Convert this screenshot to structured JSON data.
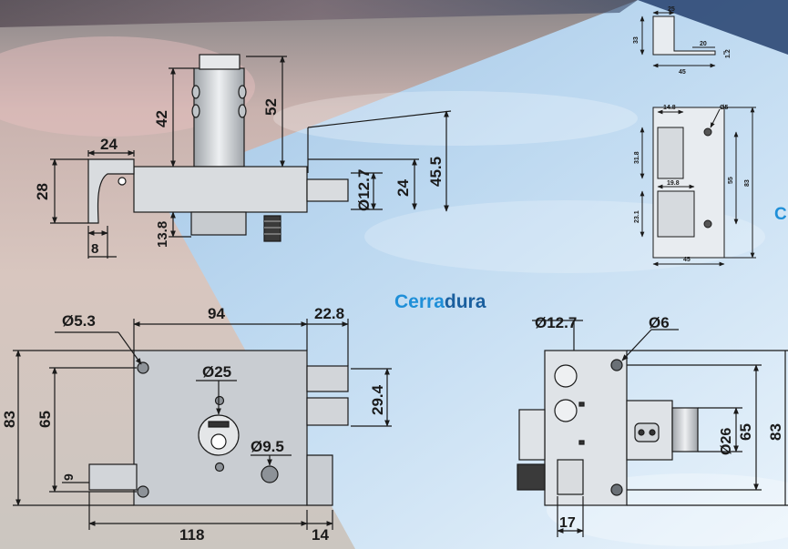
{
  "title": {
    "prefix": "Cerra",
    "suffix": "dura",
    "edge_letter": "C"
  },
  "colors": {
    "title_blue": "#1f8fd8",
    "title_dark": "#1a5f9e",
    "ink": "#1a1a1a",
    "part_fill": "#c9cdd2"
  },
  "side_view": {
    "d24": "24",
    "d28": "28",
    "d42": "42",
    "d52": "52",
    "d8": "8",
    "d13_8": "13.8",
    "d12_7": "Ø12.7",
    "d24b": "24",
    "d45_5": "45.5"
  },
  "front_view": {
    "d5_3": "Ø5.3",
    "d94": "94",
    "d22_8": "22.8",
    "d25": "Ø25",
    "d29_4": "29.4",
    "d83": "83",
    "d65": "65",
    "d9_5": "Ø9.5",
    "d9": "9",
    "d118": "118",
    "d14": "14"
  },
  "back_view": {
    "d12_7": "Ø12.7",
    "d6": "Ø6",
    "d26": "Ø26",
    "d65": "65",
    "d83": "83",
    "d17": "17"
  },
  "strike_view": {
    "d25": "25",
    "d33": "33",
    "d20": "20",
    "d1_2": "1.2",
    "d45": "45"
  },
  "plate_view": {
    "d14_8": "14.8",
    "d5": "Ø5",
    "d31_8": "31.8",
    "d19_8": "19.8",
    "d55": "55",
    "d83": "83",
    "d23_1": "23.1",
    "d45": "45"
  }
}
